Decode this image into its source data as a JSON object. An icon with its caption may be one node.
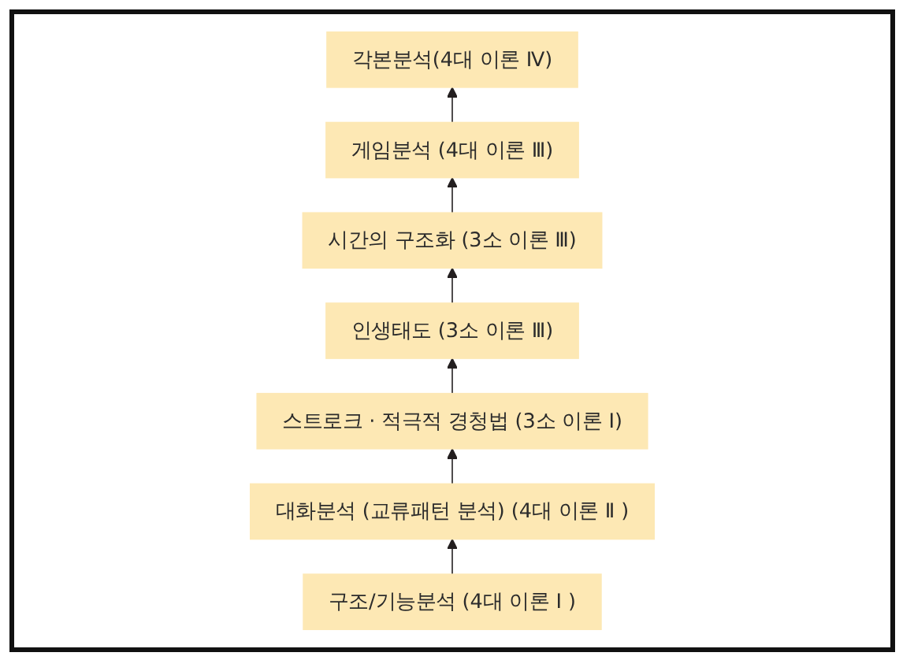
{
  "diagram": {
    "nodes": [
      {
        "text": [
          "구조/기능분석 (4대 이론 Ⅰ )"
        ]
      },
      {
        "text": [
          "대화분석 (교류패턴 분석) (4대 이론 Ⅱ )"
        ]
      },
      {
        "text": [
          "스트로크 · 적극적 경청법 (3소 이론 Ⅰ)"
        ]
      },
      {
        "text": [
          "인생태도 (3소 이론 Ⅲ)"
        ]
      },
      {
        "text": [
          "시간의 구조화 (3소 이론 Ⅲ)"
        ]
      },
      {
        "text": [
          "게임분석 (4대 이론 Ⅲ)"
        ]
      },
      {
        "text": [
          "각본분석(4대 이론 Ⅳ)"
        ]
      }
    ],
    "edges": [
      {
        "from": 0,
        "to": 1,
        "arrow": "to"
      },
      {
        "from": 1,
        "to": 2,
        "arrow": "to"
      },
      {
        "from": 2,
        "to": 3,
        "arrow": "to"
      },
      {
        "from": 3,
        "to": 4,
        "arrow": "to"
      },
      {
        "from": 4,
        "to": 5,
        "arrow": "to"
      },
      {
        "from": 5,
        "to": 6,
        "arrow": "to"
      }
    ]
  }
}
